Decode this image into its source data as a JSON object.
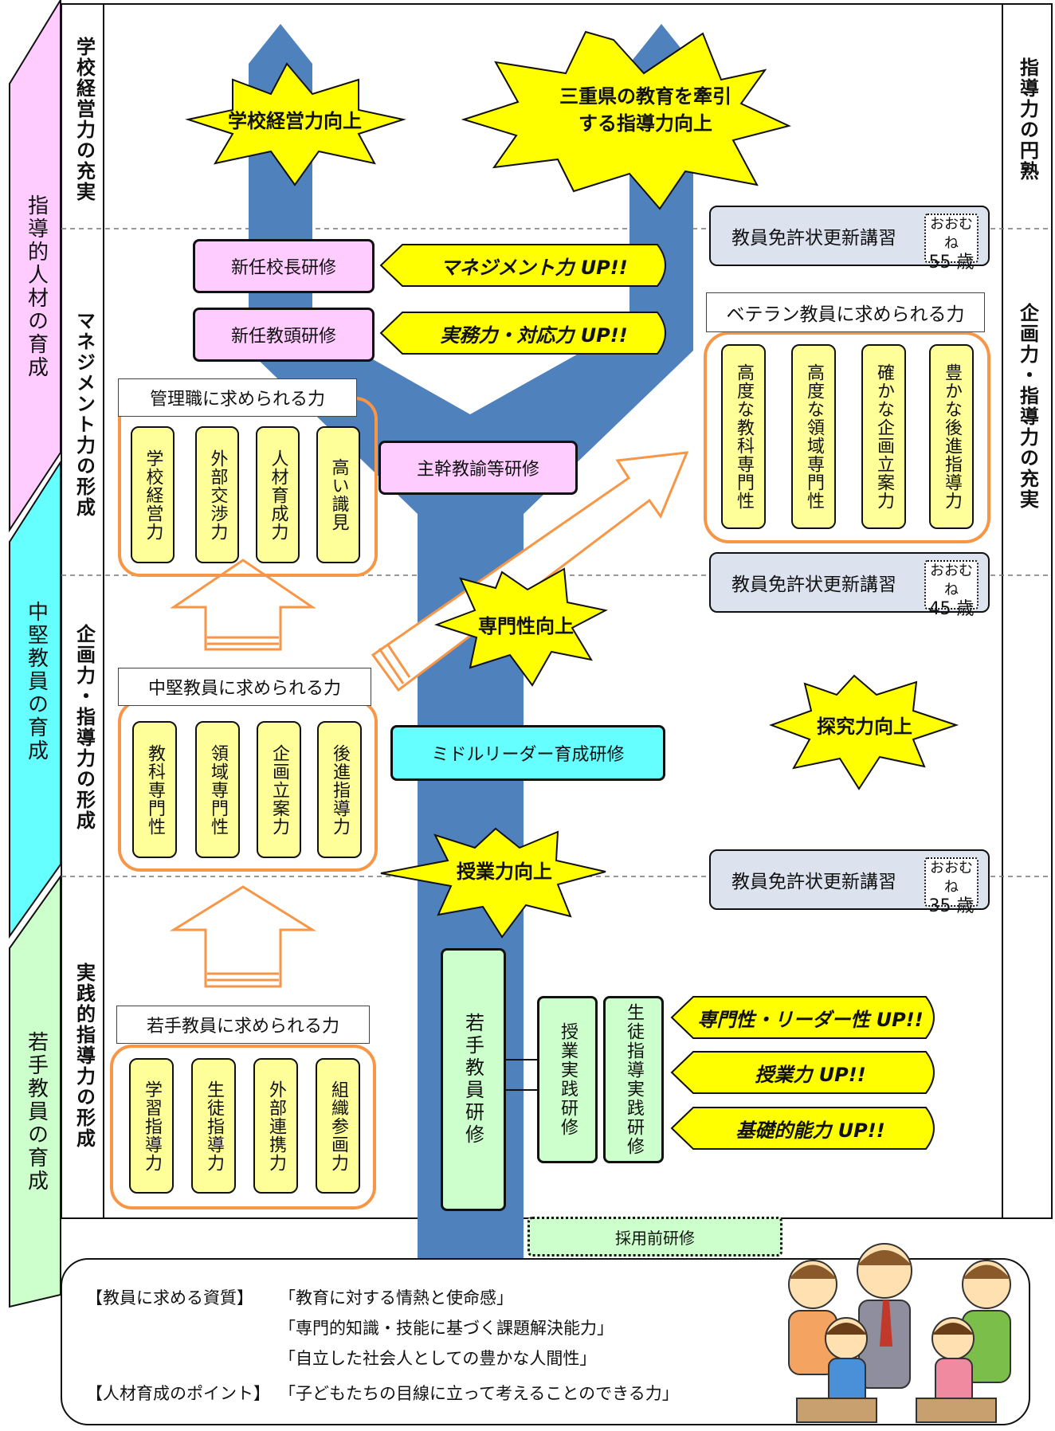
{
  "side_labels": {
    "leader": "指導的人材の育成",
    "mid": "中堅教員の育成",
    "young": "若手教員の育成"
  },
  "stage_labels": {
    "school_mgmt": "学校経営力の充実",
    "management": "マネジメント力の形成",
    "planning": "企画力・指導力の形成",
    "practical": "実践的指導力の形成"
  },
  "right_labels": {
    "mature": "指導力の円熟",
    "planning_fulfill": "企画力・指導力の充実"
  },
  "bursts": {
    "school_mgmt_up": "学校経営力向上",
    "mie_lead": "三重県の教育を牽引する指導力向上",
    "expertise_up": "専門性向上",
    "inquiry_up": "探究力向上",
    "teaching_up": "授業力向上"
  },
  "trainings": {
    "new_principal": "新任校長研修",
    "new_vice": "新任教頭研修",
    "chief": "主幹教諭等研修",
    "middle_leader": "ミドルリーダー育成研修",
    "young_teacher": "若手教員研修",
    "lesson_practice": "授業実践研修",
    "student_guidance": "生徒指導実践研修",
    "pre_hire": "採用前研修"
  },
  "callouts": {
    "management": "マネジメント力 UP!!",
    "practical_resp": "実務力・対応力 UP!!",
    "expertise_leader": "専門性・リーダー性 UP!!",
    "teaching": "授業力 UP!!",
    "basic": "基礎的能力 UP!!"
  },
  "groups": {
    "manager": {
      "title": "管理職に求められる力",
      "items": [
        "学校経営力",
        "外部交渉力",
        "人材育成力",
        "高い識見"
      ]
    },
    "veteran": {
      "title": "ベテラン教員に求められる力",
      "items": [
        "高度な教科専門性",
        "高度な領域専門性",
        "確かな企画立案力",
        "豊かな後進指導力"
      ]
    },
    "mid": {
      "title": "中堅教員に求められる力",
      "items": [
        "教科専門性",
        "領域専門性",
        "企画立案力",
        "後進指導力"
      ]
    },
    "young": {
      "title": "若手教員に求められる力",
      "items": [
        "学習指導力",
        "生徒指導力",
        "外部連携力",
        "組織参画力"
      ]
    }
  },
  "license_renewal": {
    "label": "教員免許状更新講習",
    "approx": "おおむね",
    "ages": [
      "55 歳",
      "45 歳",
      "35 歳"
    ]
  },
  "legend": {
    "qualities_label": "【教員に求める資質】",
    "qualities": [
      "「教育に対する情熱と使命感」",
      "「専門的知識・技能に基づく課題解決能力」",
      "「自立した社会人としての豊かな人間性」"
    ],
    "point_label": "【人材育成のポイント】",
    "point": "「子どもたちの目線に立って考えることのできる力」"
  },
  "colors": {
    "trunk": "#4f81bd",
    "pink": "#ffccff",
    "cyan": "#66ffff",
    "green": "#ccffcc",
    "yellow": "#ffff00",
    "cream": "#ffff99",
    "orange": "#f79646",
    "license": "#dce3ef"
  }
}
